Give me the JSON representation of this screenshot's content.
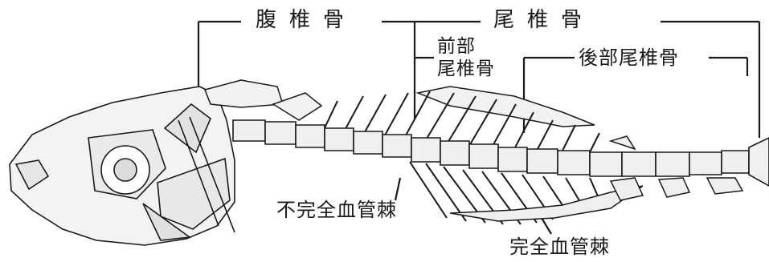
{
  "labels": {
    "abdominal_vertebrae": "腹椎骨",
    "caudal_vertebrae": "尾椎骨",
    "anterior_caudal_line1": "前部",
    "anterior_caudal_line2": "尾椎骨",
    "posterior_caudal_vertebrae": "後部尾椎骨",
    "incomplete_haemal_spine": "不完全血管棘",
    "complete_haemal_spine": "完全血管棘"
  }
}
